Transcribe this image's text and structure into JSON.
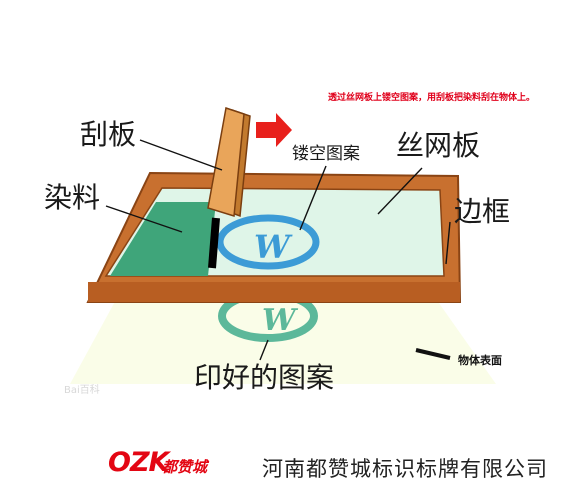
{
  "note": "透过丝网板上镂空图案，用刮板把染料刮在物体上。",
  "labels": {
    "squeegee": "刮板",
    "ink": "染料",
    "stencil": "镂空图案",
    "screen": "丝网板",
    "frame": "边框",
    "surface": "物体表面",
    "printed": "印好的图案"
  },
  "pattern_letter": "W",
  "watermark": "Bai百科",
  "footer": {
    "logo_mark": "OZK",
    "logo_text": "都赞城",
    "company": "河南都赞城标识标牌有限公司"
  },
  "colors": {
    "frame": "#c8702f",
    "frame_dark": "#8a4414",
    "mesh": "#dff5e8",
    "ink": "#3fa57a",
    "stencil_ring": "#3c9bd6",
    "squeegee": "#e9a55a",
    "arrow": "#e8201c",
    "note": "#e0001b",
    "logo": "#e30613"
  }
}
